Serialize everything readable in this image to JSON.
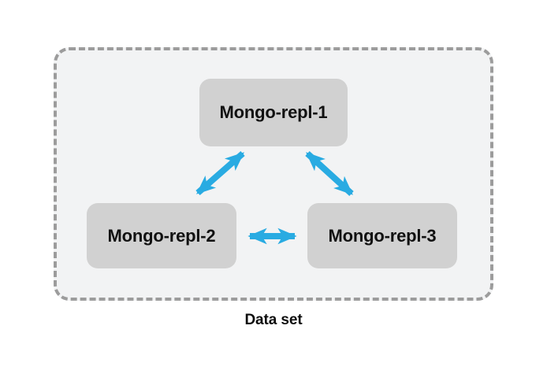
{
  "diagram": {
    "type": "mongodb-replica-set-topology",
    "background_color": "#ffffff",
    "container": {
      "name": "Data set",
      "caption": "Data set",
      "fill_color": "#f2f3f4",
      "border_color": "#9c9c9c",
      "border_style": "dashed"
    },
    "nodes": [
      {
        "id": "repl-1",
        "label": "Mongo-repl-1",
        "fill_color": "#d1d1d1",
        "position": "top-center"
      },
      {
        "id": "repl-2",
        "label": "Mongo-repl-2",
        "fill_color": "#d1d1d1",
        "position": "bottom-left"
      },
      {
        "id": "repl-3",
        "label": "Mongo-repl-3",
        "fill_color": "#d1d1d1",
        "position": "bottom-right"
      }
    ],
    "connections": [
      {
        "id": "link-1-2",
        "from": "repl-2",
        "to": "repl-1",
        "style": "double-headed-arrow",
        "color": "#29abe2",
        "orientation": "diagonal-up-right"
      },
      {
        "id": "link-1-3",
        "from": "repl-1",
        "to": "repl-3",
        "style": "double-headed-arrow",
        "color": "#29abe2",
        "orientation": "diagonal-down-right"
      },
      {
        "id": "link-2-3",
        "from": "repl-2",
        "to": "repl-3",
        "style": "double-headed-arrow",
        "color": "#29abe2",
        "orientation": "horizontal"
      }
    ],
    "colors": {
      "accent": "#29abe2",
      "node_fill": "#d1d1d1",
      "container_fill": "#f2f3f4",
      "container_border": "#9c9c9c",
      "text": "#111111"
    }
  }
}
